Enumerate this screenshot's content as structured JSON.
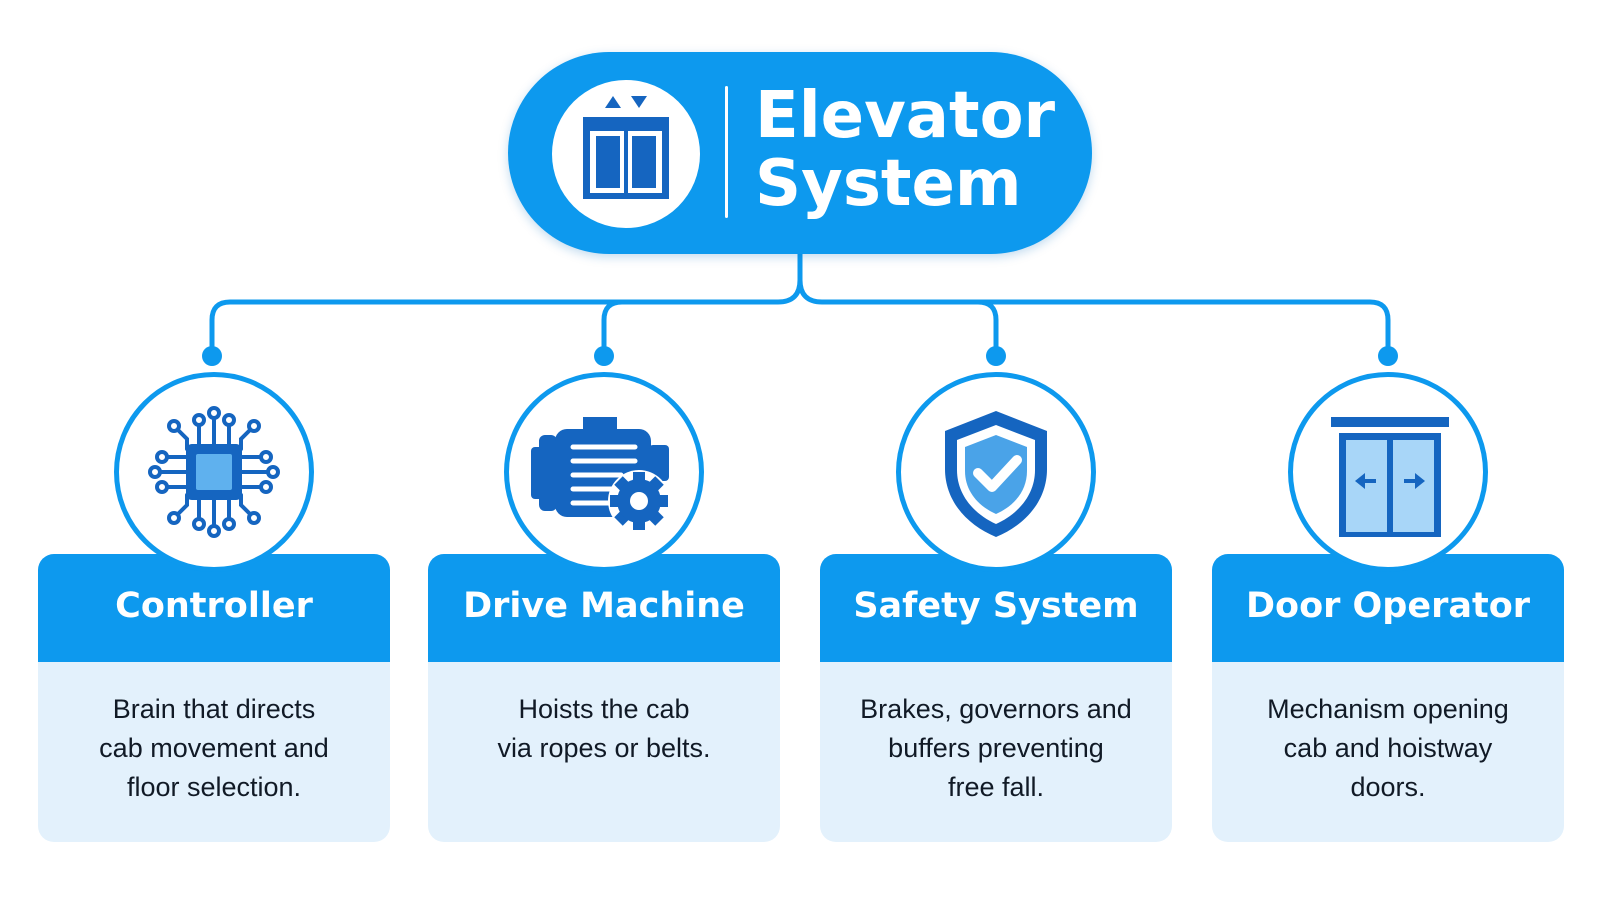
{
  "diagram": {
    "root": {
      "title": "Elevator\nSystem",
      "icon": "elevator-icon",
      "color": "#0d99ee"
    },
    "components": [
      {
        "title": "Controller",
        "description": "Brain that directs\ncab movement and\nfloor selection.",
        "icon": "circuit-chip-icon"
      },
      {
        "title": "Drive Machine",
        "description": "Hoists the cab\nvia ropes or belts.",
        "icon": "motor-gear-icon"
      },
      {
        "title": "Safety System",
        "description": "Brakes, governors and\nbuffers preventing\nfree fall.",
        "icon": "shield-check-icon"
      },
      {
        "title": "Door Operator",
        "description": "Mechanism opening\ncab and hoistway\ndoors.",
        "icon": "sliding-doors-icon"
      }
    ],
    "colors": {
      "primary": "#0d99ee",
      "icon_blue": "#1565c0",
      "card_body": "#e3f1fc",
      "text": "#111a26"
    }
  }
}
